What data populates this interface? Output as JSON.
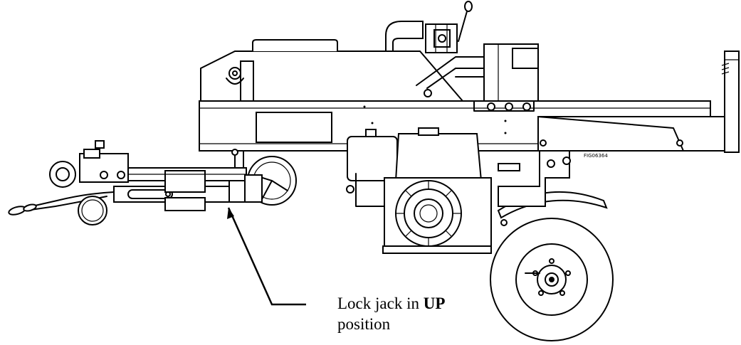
{
  "figure": {
    "code": "FIG06364",
    "callout": {
      "part1": "Lock jack in ",
      "bold": "UP",
      "part2": "position"
    },
    "colors": {
      "line": "#000000",
      "background": "#ffffff"
    },
    "icons": [
      "log-splitter-illustration",
      "callout-arrow-icon"
    ]
  }
}
